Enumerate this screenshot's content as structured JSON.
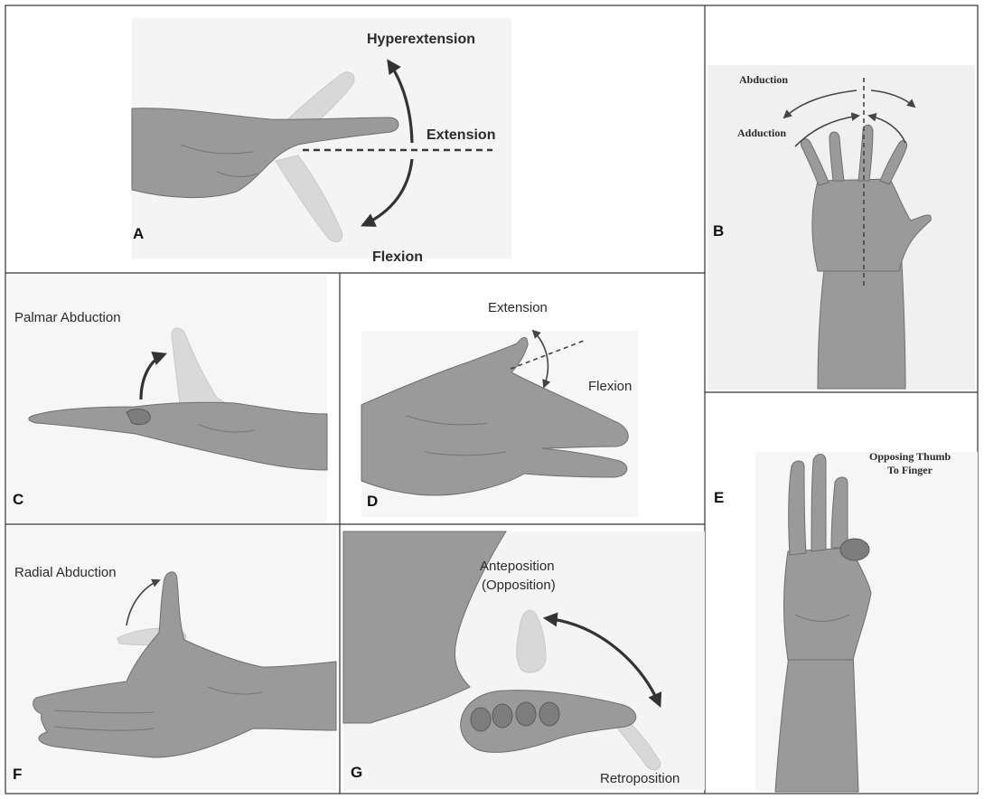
{
  "panels": {
    "A": {
      "letter": "A",
      "labels": {
        "top": "Hyperextension",
        "middle": "Extension",
        "bottom": "Flexion"
      }
    },
    "B": {
      "letter": "B",
      "labels": {
        "top": "Abduction",
        "bottom": "Adduction"
      }
    },
    "C": {
      "letter": "C",
      "labels": {
        "title": "Palmar Abduction"
      }
    },
    "D": {
      "letter": "D",
      "labels": {
        "top": "Extension",
        "right": "Flexion"
      }
    },
    "E": {
      "letter": "E",
      "labels": {
        "line1": "Opposing Thumb",
        "line2": "To Finger"
      }
    },
    "F": {
      "letter": "F",
      "labels": {
        "title": "Radial Abduction"
      }
    },
    "G": {
      "letter": "G",
      "labels": {
        "line1": "Anteposition",
        "line2": "(Opposition)",
        "bottom": "Retroposition"
      }
    }
  },
  "colors": {
    "grid": "#333333",
    "arrow": "#333333",
    "hand": "#9a9a9a",
    "ghost": "#d6d6d6",
    "background": "#ffffff"
  }
}
